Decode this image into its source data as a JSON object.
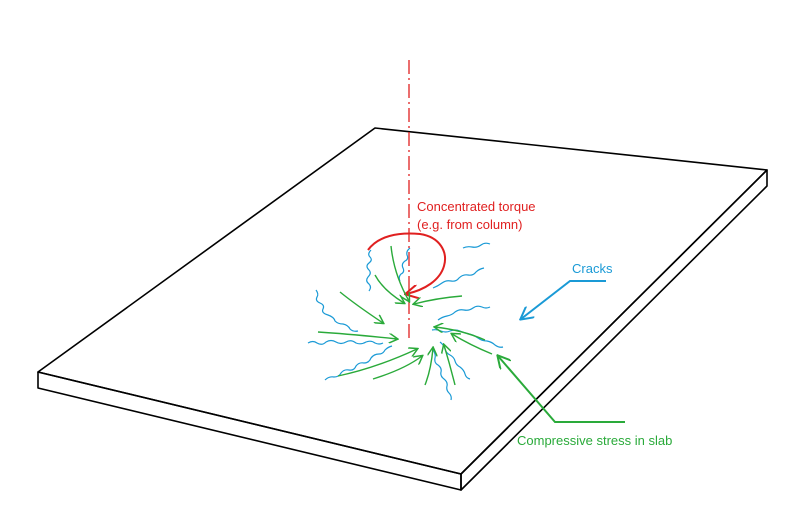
{
  "diagram": {
    "labels": {
      "torque_line1": "Concentrated torque",
      "torque_line2": "(e.g. from column)",
      "cracks": "Cracks",
      "compression": "Compressive stress in slab"
    },
    "colors": {
      "slab": "#000000",
      "axis": "#e02020",
      "torque": "#e02020",
      "cracks": "#1a9ad6",
      "compression": "#2aaa3a"
    }
  }
}
